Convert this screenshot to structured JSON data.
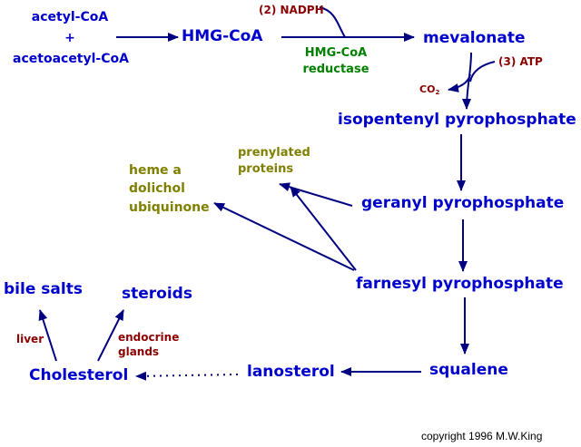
{
  "nodes": {
    "acetyl_coa": "acetyl-CoA",
    "plus": "+",
    "acetoacetyl_coa": "acetoacetyl-CoA",
    "hmg_coa": "HMG-CoA",
    "mevalonate": "mevalonate",
    "isopentenyl_pp": "isopentenyl pyrophosphate",
    "geranyl_pp": "geranyl pyrophosphate",
    "farnesyl_pp": "farnesyl pyrophosphate",
    "squalene": "squalene",
    "lanosterol": "lanosterol",
    "cholesterol": "Cholesterol",
    "bile_salts": "bile salts",
    "steroids": "steroids"
  },
  "enzyme": {
    "line1": "HMG-CoA",
    "line2": "reductase"
  },
  "cofactors": {
    "nadph": "(2) NADPH",
    "atp": "(3) ATP",
    "co2": "CO",
    "co2_sub": "2"
  },
  "products": {
    "prenylated_1": "prenylated",
    "prenylated_2": "proteins",
    "heme": "heme a",
    "dolichol": "dolichol",
    "ubiquinone": "ubiquinone"
  },
  "tissues": {
    "liver": "liver",
    "endocrine_1": "endocrine",
    "endocrine_2": "glands"
  },
  "credit": "copyright 1996 M.W.King",
  "colors": {
    "compound": "#0000cc",
    "enzyme": "#008000",
    "cofactor": "#8b0000",
    "product": "#808000",
    "arrow": "#000080"
  }
}
